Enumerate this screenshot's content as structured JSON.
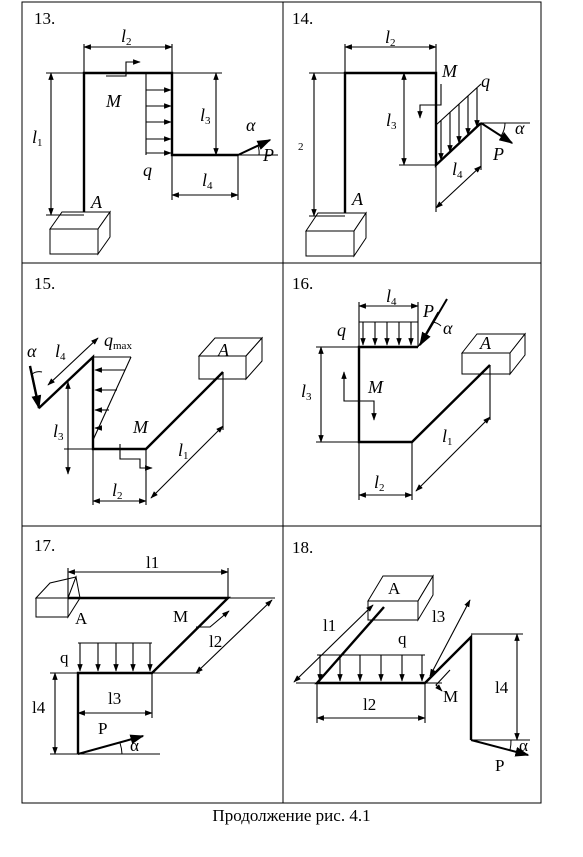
{
  "caption": "Продолжение рис. 4.1",
  "panels": [
    {
      "number": "13.",
      "labels": {
        "l2": "l",
        "l2s": "2",
        "l1": "l",
        "l1s": "1",
        "l3": "l",
        "l3s": "3",
        "l4": "l",
        "l4s": "4",
        "M": "M",
        "q": "q",
        "P": "P",
        "alpha": "α",
        "A": "A"
      }
    },
    {
      "number": "14.",
      "labels": {
        "l2": "l",
        "l2s": "2",
        "l3": "l",
        "l3s": "3",
        "l4": "l",
        "l4s": "4",
        "side": "2",
        "M": "M",
        "q": "q",
        "P": "P",
        "alpha": "α",
        "A": "A"
      }
    },
    {
      "number": "15.",
      "labels": {
        "l4": "l",
        "l4s": "4",
        "qmax": "q",
        "qmaxs": "max",
        "l3": "l",
        "l3s": "3",
        "M": "M",
        "l1": "l",
        "l1s": "1",
        "l2": "l",
        "l2s": "2",
        "alpha": "α",
        "A": "A"
      }
    },
    {
      "number": "16.",
      "labels": {
        "l4": "l",
        "l4s": "4",
        "P": "P",
        "alpha": "α",
        "q": "q",
        "A": "A",
        "l3": "l",
        "l3s": "3",
        "M": "M",
        "l1": "l",
        "l1s": "1",
        "l2": "l",
        "l2s": "2"
      }
    },
    {
      "number": "17.",
      "labels": {
        "l1": "l1",
        "A": "A",
        "M": "M",
        "l2": "l2",
        "q": "q",
        "l4": "l4",
        "l3": "l3",
        "P": "P",
        "alpha": "α"
      }
    },
    {
      "number": "18.",
      "labels": {
        "A": "A",
        "l1": "l1",
        "l3": "l3",
        "q": "q",
        "l4": "l4",
        "l2": "l2",
        "M": "M",
        "alpha": "α",
        "P": "P"
      }
    }
  ]
}
